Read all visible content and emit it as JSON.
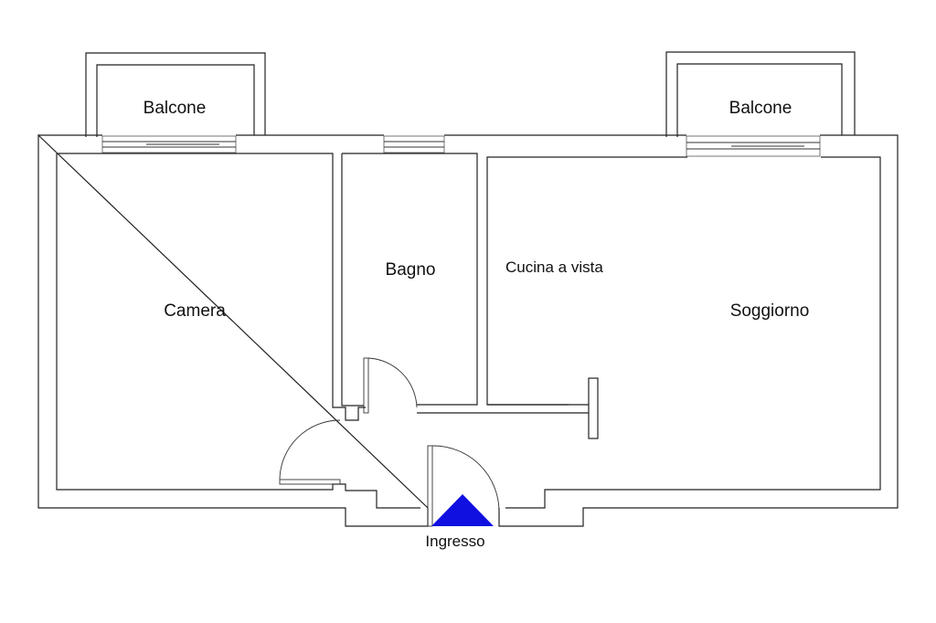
{
  "rooms": {
    "balcone_left": "Balcone",
    "balcone_right": "Balcone",
    "camera": "Camera",
    "bagno": "Bagno",
    "cucina": "Cucina a vista",
    "soggiorno": "Soggiorno"
  },
  "entrance": {
    "label": "Ingresso",
    "marker_color": "#1010e0"
  }
}
